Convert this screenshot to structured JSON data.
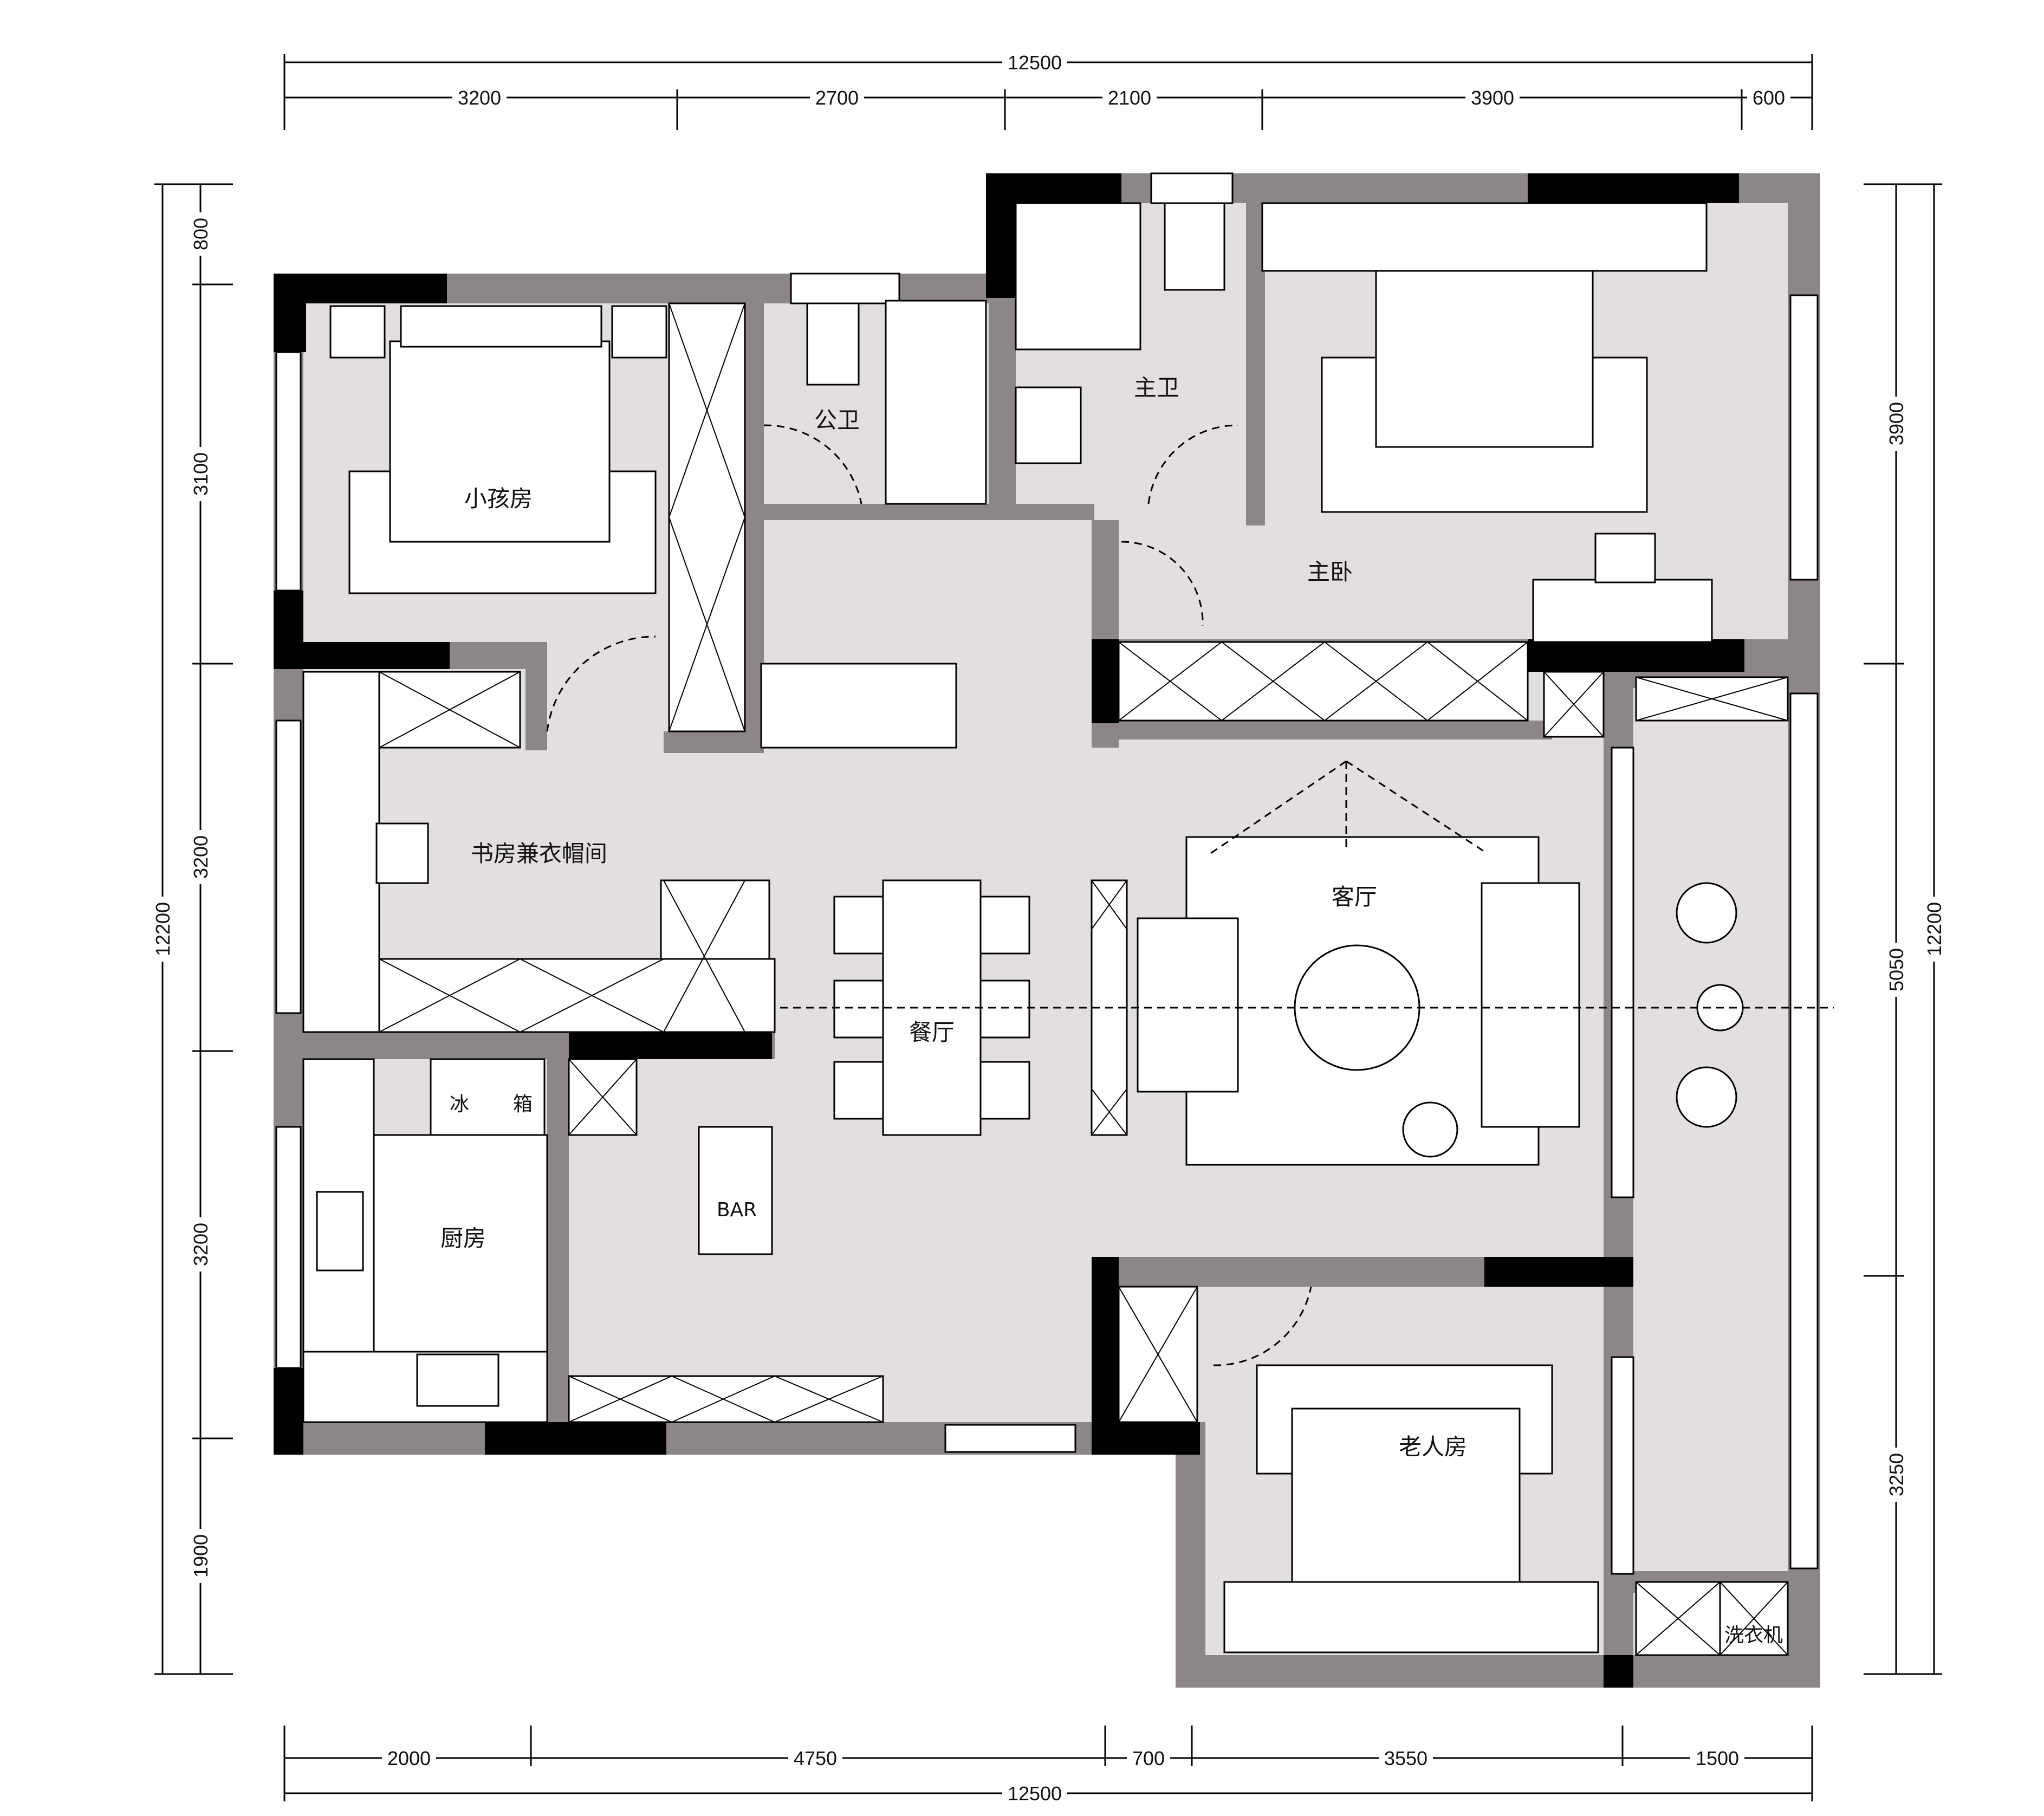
{
  "dimensions": {
    "top_total": "12500",
    "top": [
      "3200",
      "2700",
      "2100",
      "3900",
      "600"
    ],
    "bottom": [
      "2000",
      "4750",
      "700",
      "3550",
      "1500"
    ],
    "bottom_total": "12500",
    "left": [
      "800",
      "3100",
      "3200",
      "3200",
      "1900"
    ],
    "left_total": "12200",
    "right": [
      "3900",
      "5050",
      "3250"
    ],
    "right_total": "12200"
  },
  "rooms": {
    "kids_room": "小孩房",
    "public_bath": "公卫",
    "master_bath": "主卫",
    "master_bedroom": "主卧",
    "study": "书房兼衣帽间",
    "living_room": "客厅",
    "dining": "餐厅",
    "kitchen": "厨房",
    "bar": "BAR",
    "elder_room": "老人房",
    "washer": "洗衣机",
    "fridge_left": "冰",
    "fridge_right": "箱"
  },
  "colors": {
    "wall_solid": "#000000",
    "wall_gray": "#8c8686",
    "floor": "#e3dfde",
    "furniture": "#ffffff",
    "line": "#000000"
  }
}
